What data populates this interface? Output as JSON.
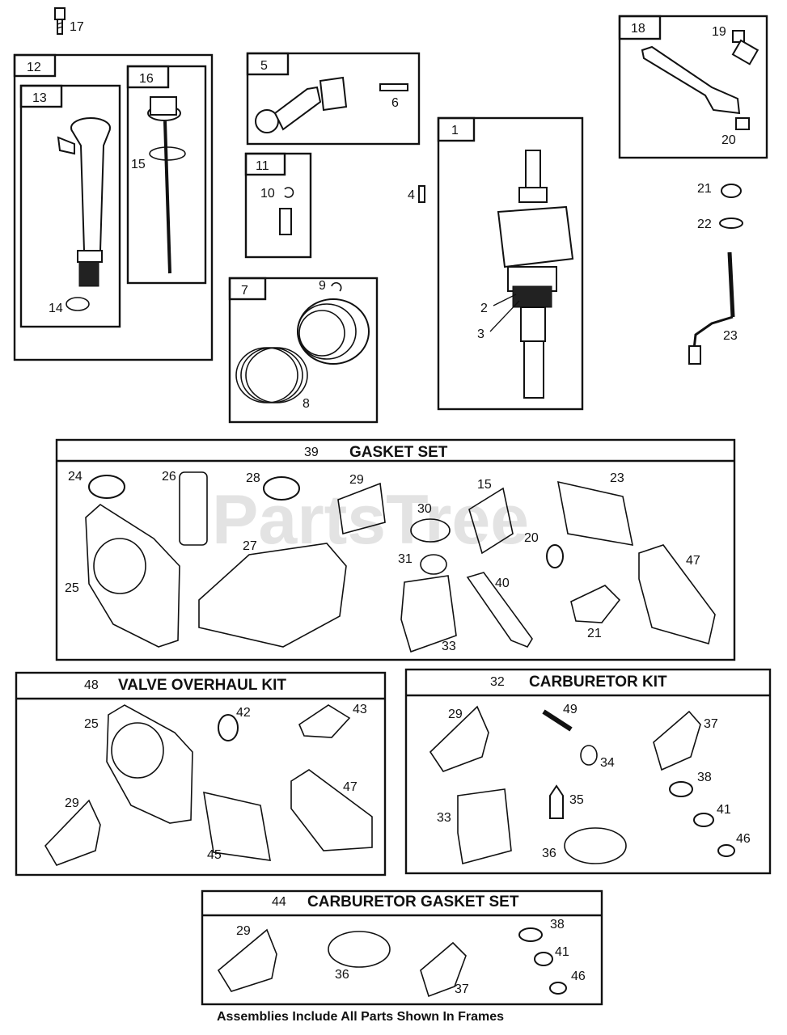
{
  "watermark": "PartsTree",
  "footer": "Assemblies Include All Parts Shown In Frames",
  "frames": {
    "f12": "12",
    "f13": "13",
    "f16": "16",
    "f5": "5",
    "f11": "11",
    "f7": "7",
    "f1": "1",
    "f18": "18"
  },
  "kits": {
    "gasket_set": {
      "number": "39",
      "title": "GASKET SET"
    },
    "valve_kit": {
      "number": "48",
      "title": "VALVE OVERHAUL KIT"
    },
    "carb_kit": {
      "number": "32",
      "title": "CARBURETOR KIT"
    },
    "carb_gasket": {
      "number": "44",
      "title": "CARBURETOR  GASKET SET"
    }
  },
  "labels": {
    "p17": "17",
    "p14": "14",
    "p15": "15",
    "p6": "6",
    "p10": "10",
    "p9": "9",
    "p8": "8",
    "p4": "4",
    "p2": "2",
    "p3": "3",
    "p19": "19",
    "p20": "20",
    "p21": "21",
    "p22": "22",
    "p23": "23",
    "g24": "24",
    "g26": "26",
    "g28": "28",
    "g29": "29",
    "g15": "15",
    "g23": "23",
    "g30": "30",
    "g27": "27",
    "g20": "20",
    "g31": "31",
    "g47": "47",
    "g25": "25",
    "g40": "40",
    "g33": "33",
    "g21": "21",
    "v25": "25",
    "v42": "42",
    "v43": "43",
    "v47": "47",
    "v29": "29",
    "v45": "45",
    "c29": "29",
    "c49": "49",
    "c37": "37",
    "c34": "34",
    "c38": "38",
    "c35": "35",
    "c41": "41",
    "c33": "33",
    "c46": "46",
    "c36": "36",
    "s29": "29",
    "s36": "36",
    "s37": "37",
    "s38": "38",
    "s41": "41",
    "s46": "46"
  }
}
